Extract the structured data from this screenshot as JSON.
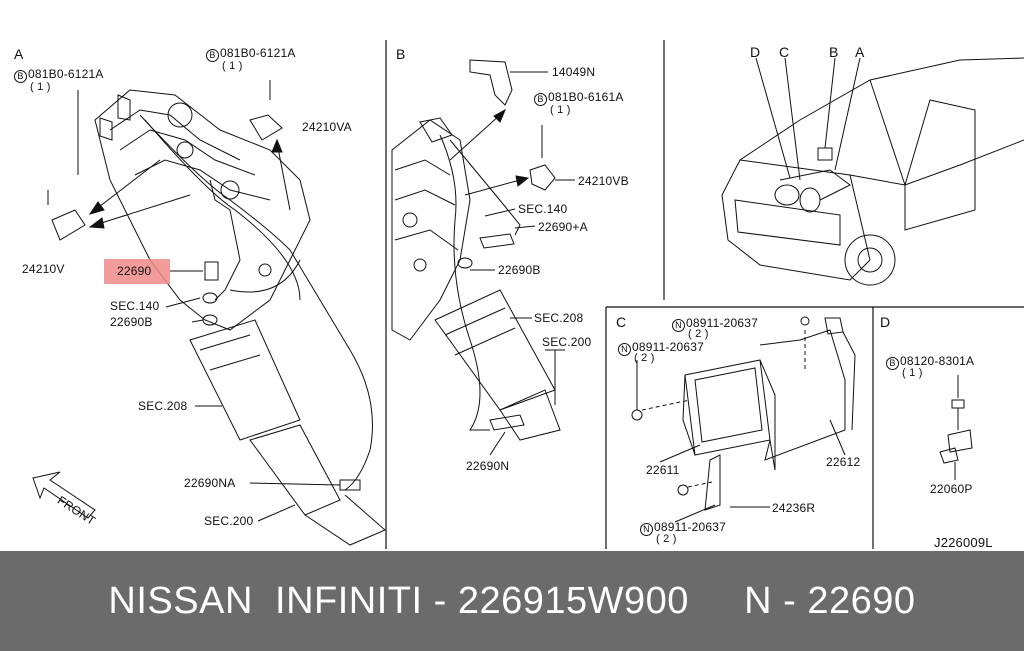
{
  "sections": {
    "a": "A",
    "b": "B",
    "c": "C",
    "d": "D"
  },
  "panel_a": {
    "bolt_top_left_code": "081B0-6121A",
    "bolt_top_left_qty": "( 1 )",
    "bolt_top_right_code": "081B0-6121A",
    "bolt_top_right_qty": "( 1 )",
    "bracket_right": "24210VA",
    "bracket_left": "24210V",
    "sensor_main": "22690",
    "sec140": "SEC.140",
    "gasket": "22690B",
    "sec208": "SEC.208",
    "sensor_na": "22690NA",
    "sec200": "SEC.200",
    "front_label": "FRONT"
  },
  "panel_b": {
    "bracket_top": "14049N",
    "bolt_code": "081B0-6161A",
    "bolt_qty": "( 1 )",
    "bracket_vb": "24210VB",
    "sec140": "SEC.140",
    "sensor_a": "22690+A",
    "gasket": "22690B",
    "sec208": "SEC.208",
    "sec200": "SEC.200",
    "sensor_n": "22690N"
  },
  "panel_c": {
    "nut_top_code": "08911-20637",
    "nut_top_qty": "( 2 )",
    "nut_left_code": "08911-20637",
    "nut_left_qty": "( 2 )",
    "ecm": "22611",
    "bracket": "22612",
    "bracket_r": "24236R",
    "nut_bottom_code": "08911-20637",
    "nut_bottom_qty": "( 2 )"
  },
  "panel_d": {
    "bolt_code": "08120-8301A",
    "bolt_qty": "( 1 )",
    "knock_sensor": "22060P"
  },
  "vehicle_callouts": {
    "d": "D",
    "c": "C",
    "b": "B",
    "a": "A"
  },
  "diagram_id": "J226009L",
  "symbols": {
    "bolt": "B",
    "nut": "N"
  },
  "footer": {
    "text": "NISSAN  INFINITI - 226915W900     N - 22690"
  },
  "colors": {
    "highlight": "#f08a8a",
    "footer_bg": "#6b6b6b",
    "footer_text": "#ffffff"
  }
}
